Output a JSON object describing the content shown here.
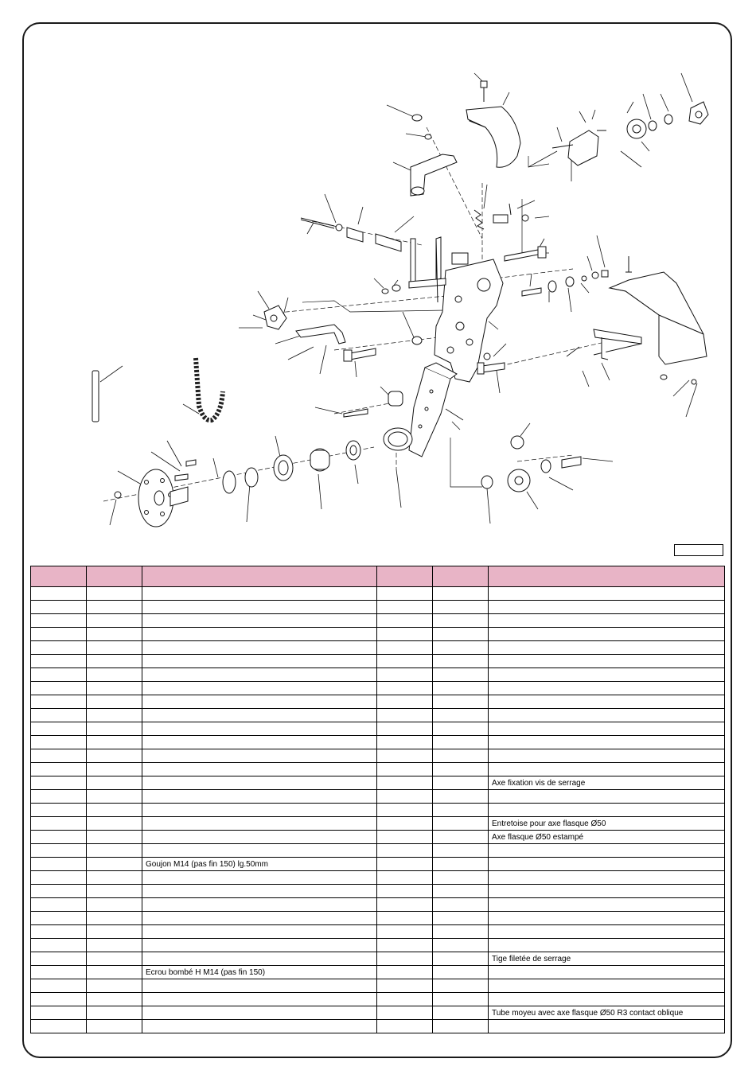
{
  "table": {
    "columns": [
      "",
      "",
      "",
      "",
      "",
      ""
    ],
    "rows": [
      [
        "",
        "",
        "",
        "",
        "",
        ""
      ],
      [
        "",
        "",
        "",
        "",
        "",
        ""
      ],
      [
        "",
        "",
        "",
        "",
        "",
        ""
      ],
      [
        "",
        "",
        "",
        "",
        "",
        ""
      ],
      [
        "",
        "",
        "",
        "",
        "",
        ""
      ],
      [
        "",
        "",
        "",
        "",
        "",
        ""
      ],
      [
        "",
        "",
        "",
        "",
        "",
        ""
      ],
      [
        "",
        "",
        "",
        "",
        "",
        ""
      ],
      [
        "",
        "",
        "",
        "",
        "",
        ""
      ],
      [
        "",
        "",
        "",
        "",
        "",
        ""
      ],
      [
        "",
        "",
        "",
        "",
        "",
        ""
      ],
      [
        "",
        "",
        "",
        "",
        "",
        ""
      ],
      [
        "",
        "",
        "",
        "",
        "",
        ""
      ],
      [
        "",
        "",
        "",
        "",
        "",
        ""
      ],
      [
        "",
        "",
        "",
        "",
        "",
        "Axe fixation vis de serrage"
      ],
      [
        "",
        "",
        "",
        "",
        "",
        ""
      ],
      [
        "",
        "",
        "",
        "",
        "",
        ""
      ],
      [
        "",
        "",
        "",
        "",
        "",
        "Entretoise pour axe flasque Ø50"
      ],
      [
        "",
        "",
        "",
        "",
        "",
        "Axe flasque Ø50 estampé"
      ],
      [
        "",
        "",
        "",
        "",
        "",
        ""
      ],
      [
        "",
        "",
        "Goujon M14 (pas fin 150) lg.50mm",
        "",
        "",
        ""
      ],
      [
        "",
        "",
        "",
        "",
        "",
        ""
      ],
      [
        "",
        "",
        "",
        "",
        "",
        ""
      ],
      [
        "",
        "",
        "",
        "",
        "",
        ""
      ],
      [
        "",
        "",
        "",
        "",
        "",
        ""
      ],
      [
        "",
        "",
        "",
        "",
        "",
        ""
      ],
      [
        "",
        "",
        "",
        "",
        "",
        ""
      ],
      [
        "",
        "",
        "",
        "",
        "",
        "Tige filetée de serrage"
      ],
      [
        "",
        "",
        "Ecrou bombé H M14 (pas fin 150)",
        "",
        "",
        ""
      ],
      [
        "",
        "",
        "",
        "",
        "",
        ""
      ],
      [
        "",
        "",
        "",
        "",
        "",
        ""
      ],
      [
        "",
        "",
        "",
        "",
        "",
        "Tube moyeu avec axe flasque Ø50 R3 contact oblique"
      ],
      [
        "",
        "",
        "",
        "",
        "",
        ""
      ]
    ]
  }
}
